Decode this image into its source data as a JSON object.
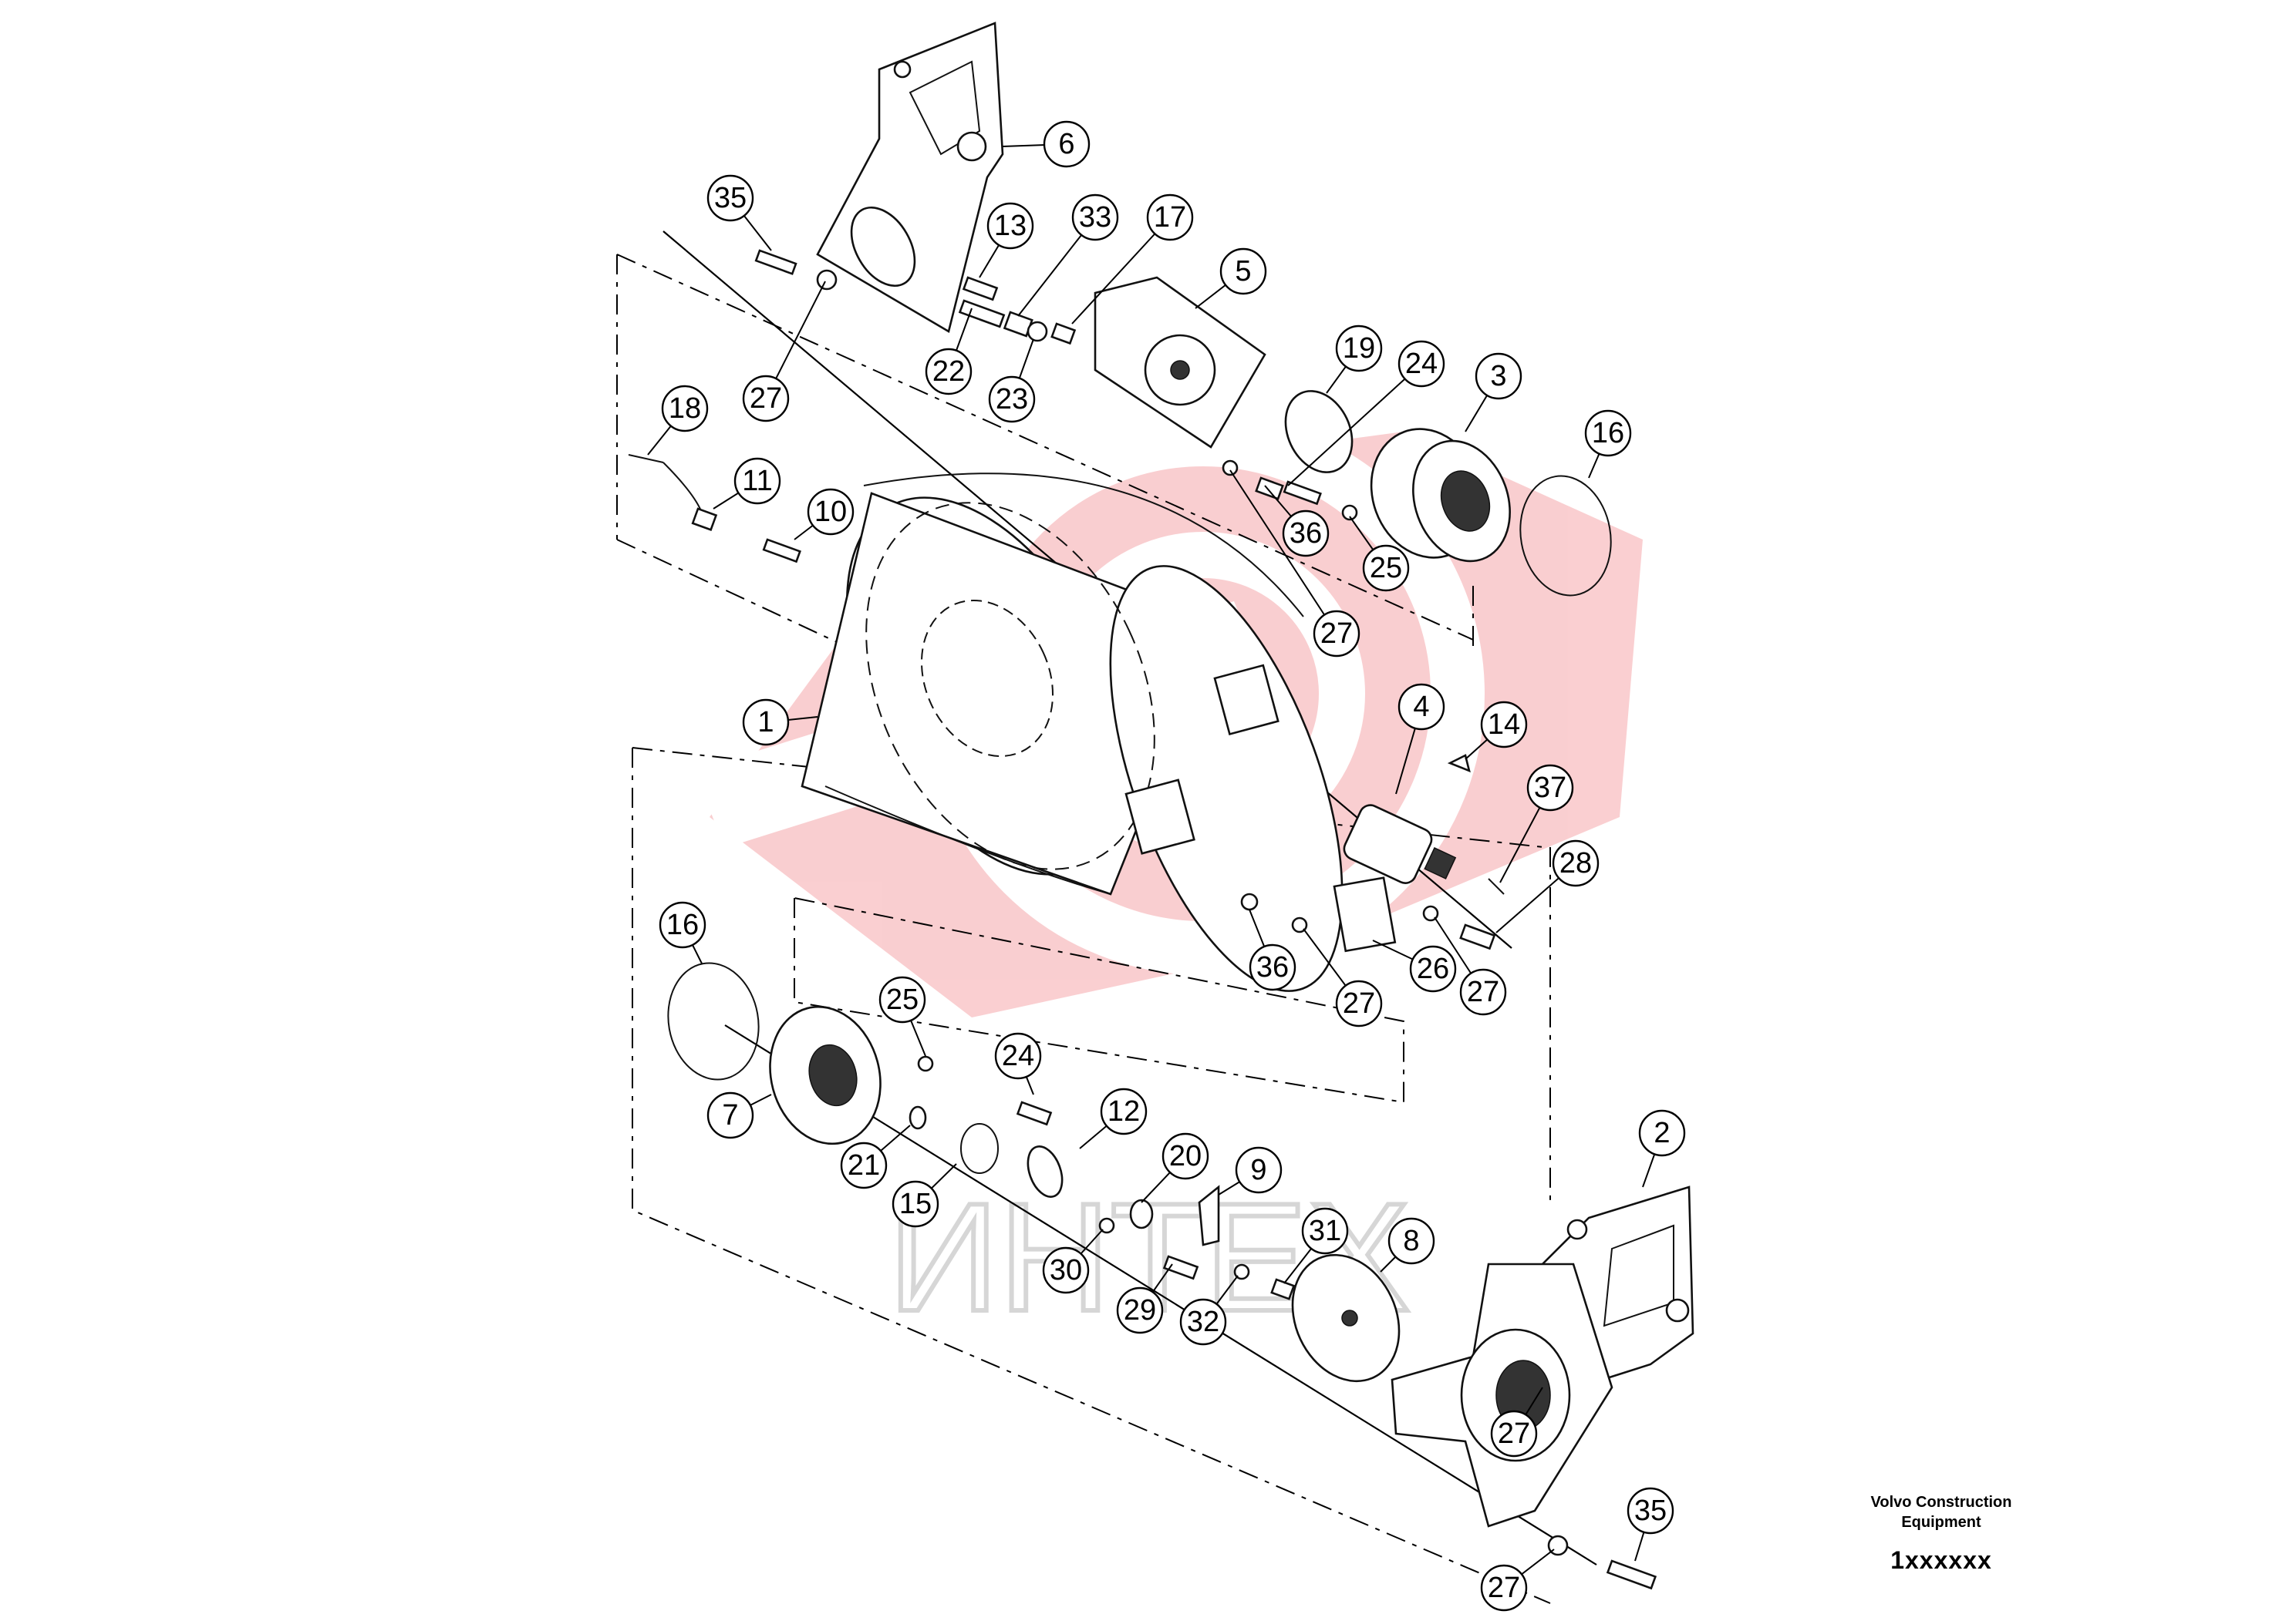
{
  "callouts": [
    "1",
    "2",
    "3",
    "4",
    "5",
    "6",
    "7",
    "8",
    "9",
    "10",
    "11",
    "12",
    "13",
    "14",
    "15",
    "16",
    "16",
    "17",
    "18",
    "19",
    "20",
    "21",
    "22",
    "23",
    "24",
    "24",
    "25",
    "25",
    "26",
    "27",
    "27",
    "27",
    "27",
    "27",
    "27",
    "28",
    "29",
    "30",
    "31",
    "32",
    "33",
    "35",
    "35",
    "36",
    "36",
    "37"
  ],
  "footer": {
    "brand_line1": "Volvo Construction",
    "brand_line2": "Equipment",
    "part_code": "1xxxxxx"
  },
  "watermark": {
    "text": "ИНТЕХ",
    "color": "#e8262c"
  }
}
